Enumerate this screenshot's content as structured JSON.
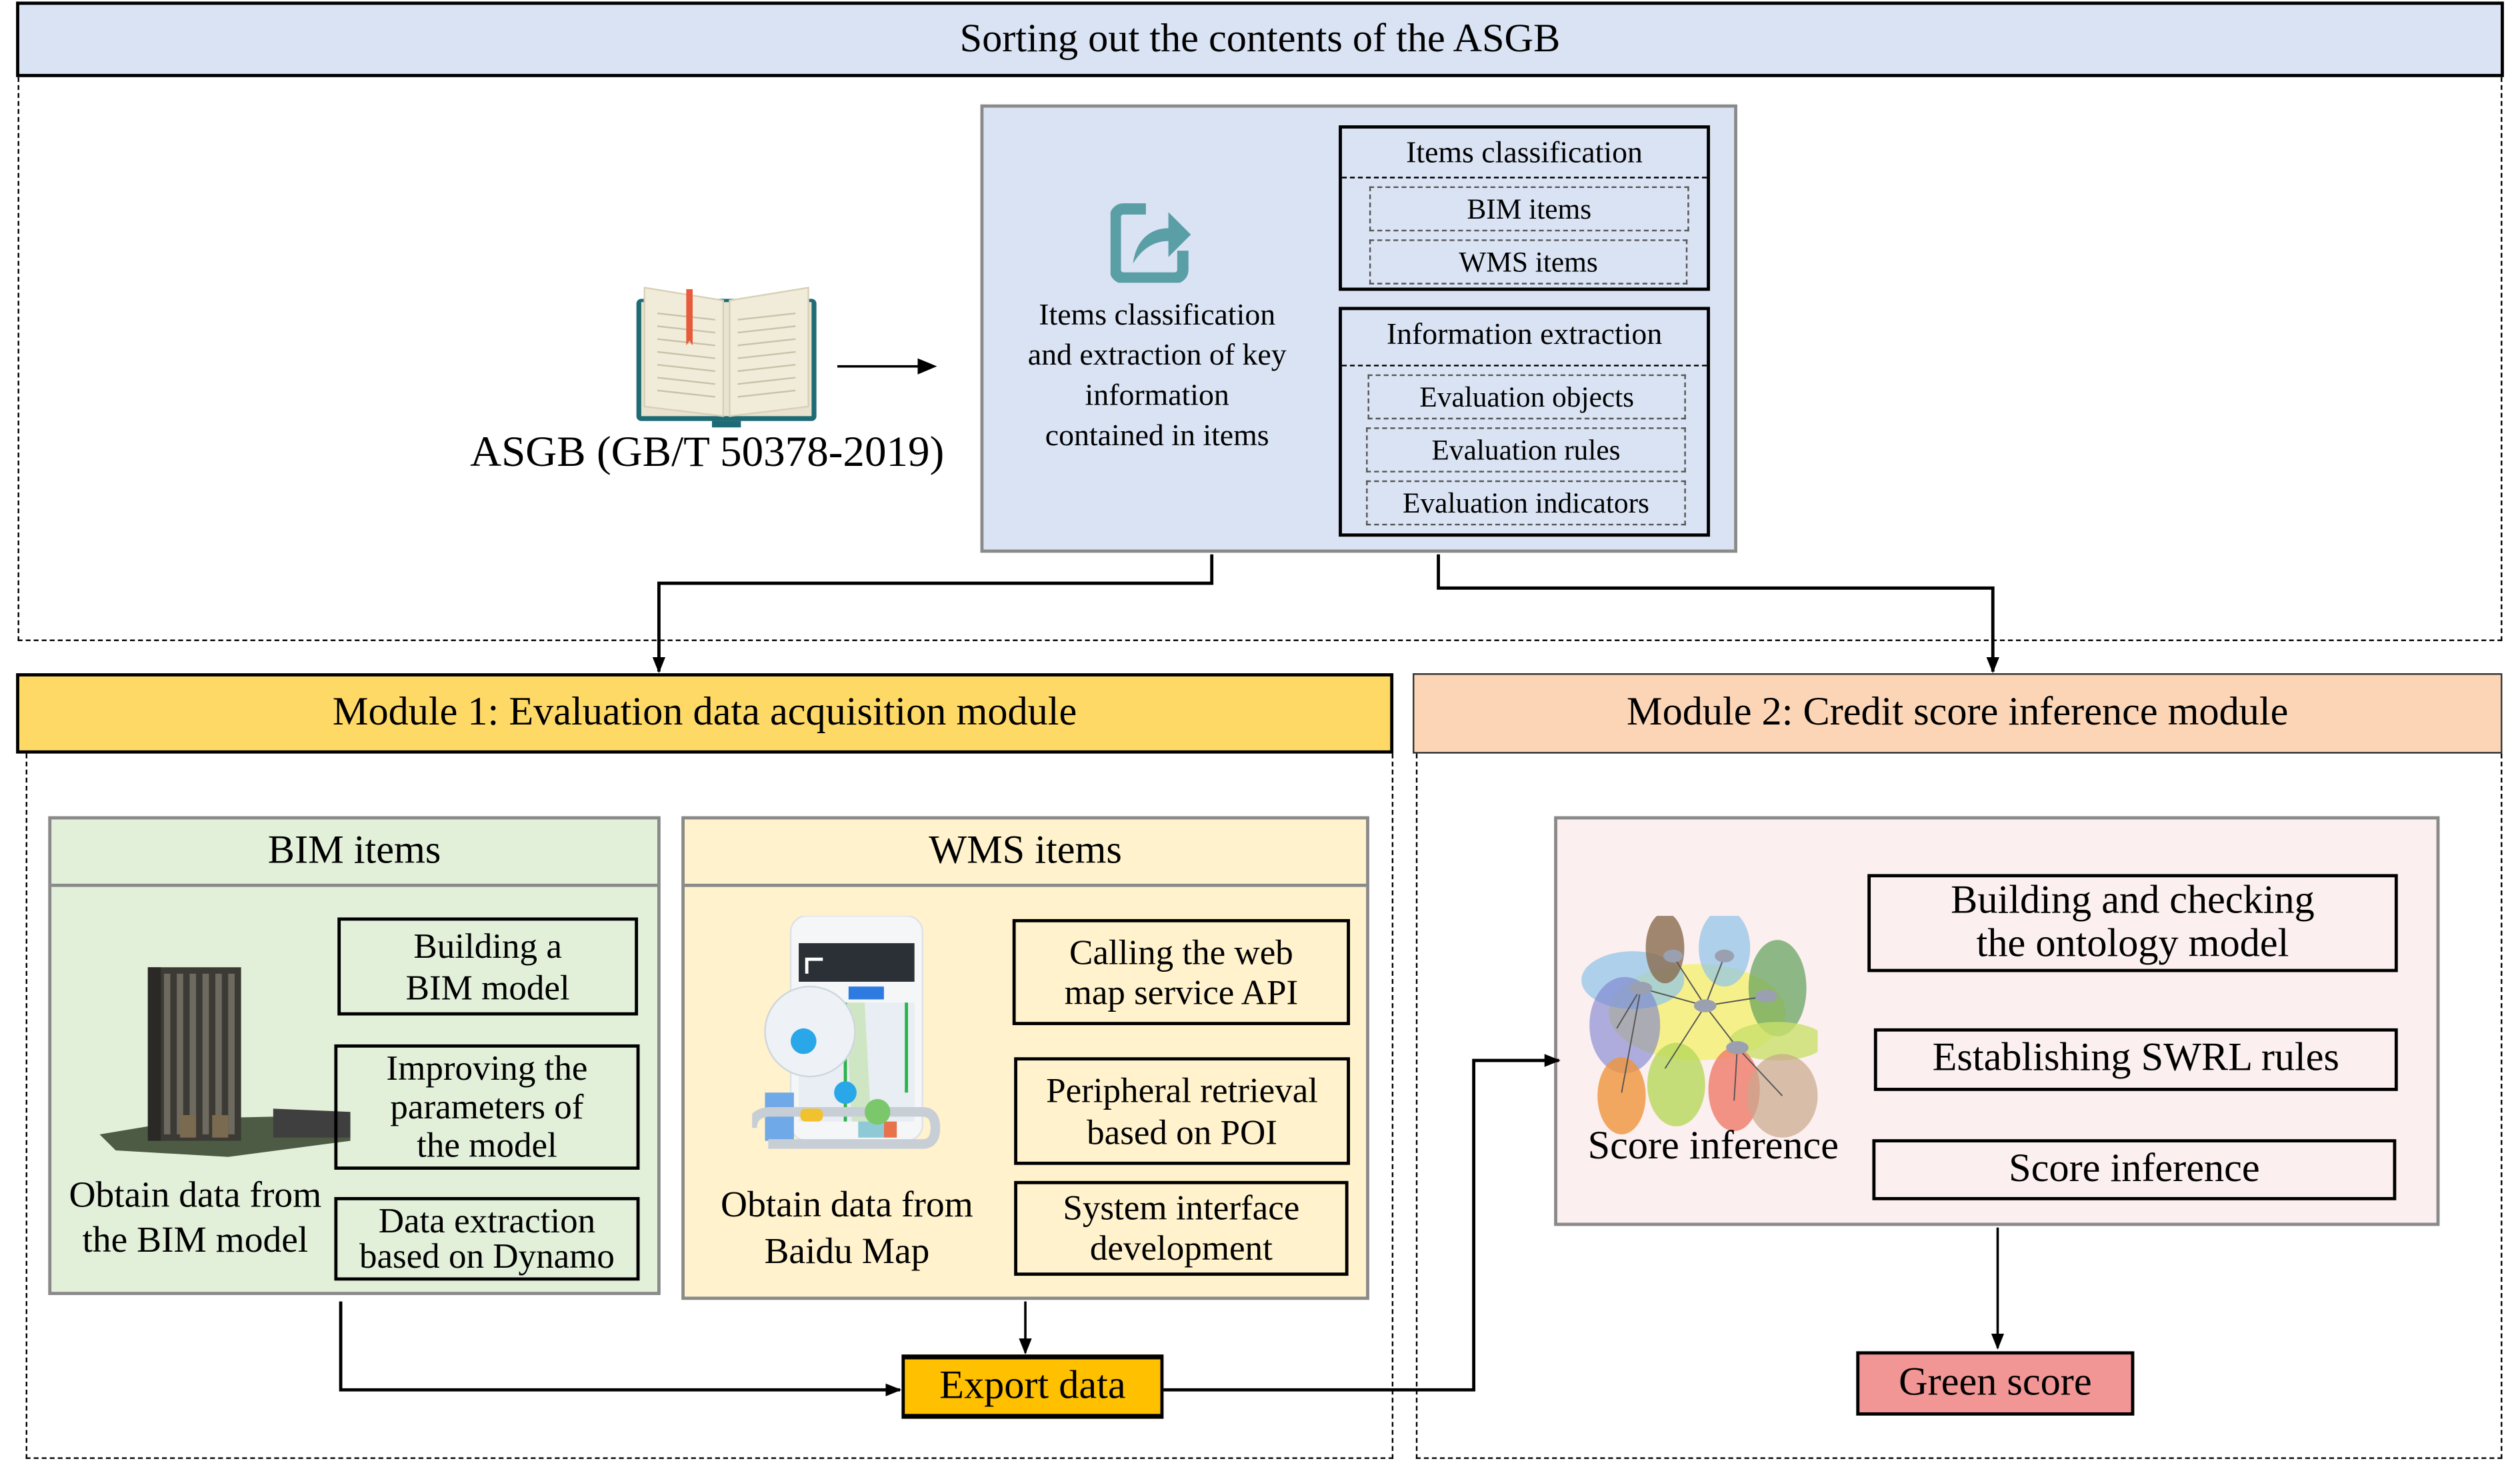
{
  "top": {
    "title": "Sorting out the contents of the ASGB",
    "standard_label": "ASGB (GB/T 50378-2019)",
    "panel": {
      "description_lines": [
        "Items classification",
        "and extraction of key",
        "information",
        "contained in items"
      ],
      "classification": {
        "header": "Items classification",
        "items": [
          "BIM items",
          "WMS items"
        ]
      },
      "extraction": {
        "header": "Information extraction",
        "items": [
          "Evaluation objects",
          "Evaluation rules",
          "Evaluation indicators"
        ]
      }
    }
  },
  "module1": {
    "title": "Module 1: Evaluation data acquisition module",
    "bim": {
      "header": "BIM items",
      "caption_lines": [
        "Obtain data from",
        "the BIM model"
      ],
      "steps": [
        [
          "Building a",
          "BIM model"
        ],
        [
          "Improving the",
          "parameters of",
          "the model"
        ],
        [
          "Data extraction",
          "based on Dynamo"
        ]
      ]
    },
    "wms": {
      "header": "WMS items",
      "caption_lines": [
        "Obtain data from",
        "Baidu Map"
      ],
      "steps": [
        [
          "Calling the web",
          "map service API"
        ],
        [
          "Peripheral retrieval",
          "based on POI"
        ],
        [
          "System interface",
          "development"
        ]
      ]
    },
    "export": "Export data"
  },
  "module2": {
    "title": "Module 2: Credit score inference module",
    "caption": "Score inference",
    "steps": [
      [
        "Building and checking",
        "the ontology model"
      ],
      [
        "Establishing SWRL rules"
      ],
      [
        "Score inference"
      ]
    ],
    "result": "Green score"
  },
  "colors": {
    "top_banner": "#dae3f3",
    "panel_bg": "#dae3f3",
    "module1_banner": "#ffd966",
    "module2_banner": "#fbd5b5",
    "bim_bg": "#e2efd9",
    "wms_bg": "#fff2cc",
    "module2_panel_bg": "#fbefef",
    "export_bg": "#ffc000",
    "green_score_bg": "#f19595",
    "icon_teal": "#5a9ea6"
  }
}
